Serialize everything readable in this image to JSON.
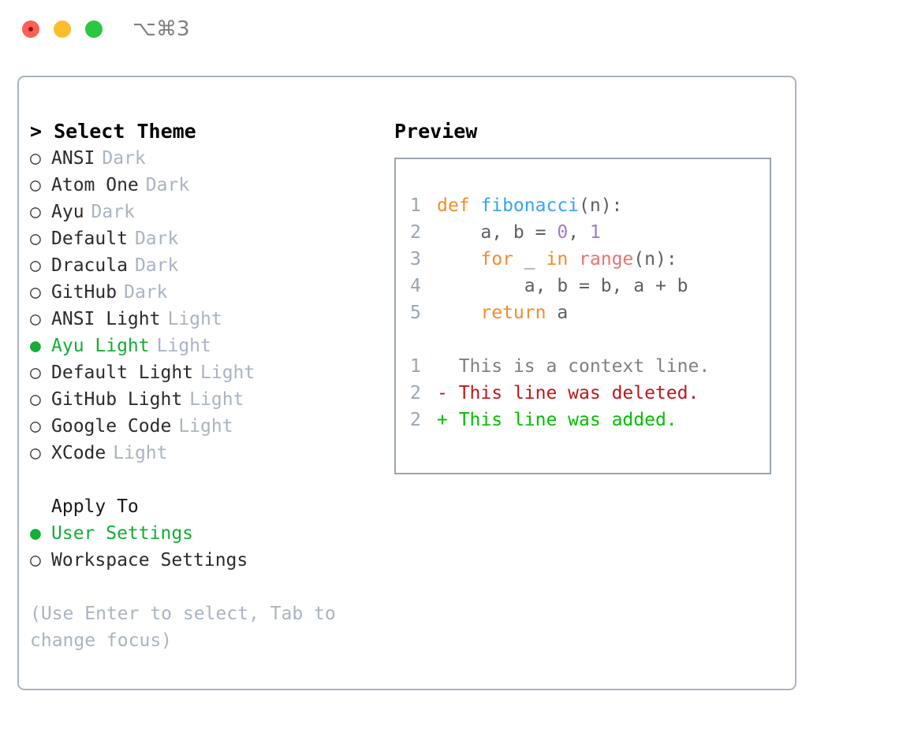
{
  "titlebar": {
    "shortcut": "⌥⌘3",
    "buttons": [
      {
        "name": "close",
        "color": "#ff5f57"
      },
      {
        "name": "minimize",
        "color": "#ffbd2e"
      },
      {
        "name": "maximize",
        "color": "#28c840"
      }
    ]
  },
  "theme_picker": {
    "heading": "> Select Theme",
    "items": [
      {
        "marker": "○",
        "name": "ANSI",
        "category": "Dark",
        "selected": false
      },
      {
        "marker": "○",
        "name": "Atom One",
        "category": "Dark",
        "selected": false
      },
      {
        "marker": "○",
        "name": "Ayu",
        "category": "Dark",
        "selected": false
      },
      {
        "marker": "○",
        "name": "Default",
        "category": "Dark",
        "selected": false
      },
      {
        "marker": "○",
        "name": "Dracula",
        "category": "Dark",
        "selected": false
      },
      {
        "marker": "○",
        "name": "GitHub",
        "category": "Dark",
        "selected": false
      },
      {
        "marker": "○",
        "name": "ANSI Light",
        "category": "Light",
        "selected": false
      },
      {
        "marker": "●",
        "name": "Ayu Light",
        "category": "Light",
        "selected": true
      },
      {
        "marker": "○",
        "name": "Default Light",
        "category": "Light",
        "selected": false
      },
      {
        "marker": "○",
        "name": "GitHub Light",
        "category": "Light",
        "selected": false
      },
      {
        "marker": "○",
        "name": "Google Code",
        "category": "Light",
        "selected": false
      },
      {
        "marker": "○",
        "name": "XCode",
        "category": "Light",
        "selected": false
      }
    ]
  },
  "apply_to": {
    "heading": "Apply To",
    "items": [
      {
        "marker": "●",
        "name": "User Settings",
        "selected": true
      },
      {
        "marker": "○",
        "name": "Workspace Settings",
        "selected": false
      }
    ]
  },
  "hint": "(Use Enter to select, Tab to change focus)",
  "preview": {
    "title": "Preview",
    "code_lines": [
      {
        "lineno": "1",
        "tokens": [
          {
            "text": "def ",
            "type": "kw"
          },
          {
            "text": "fibonacci",
            "type": "fn"
          },
          {
            "text": "(n):",
            "type": "plain"
          }
        ]
      },
      {
        "lineno": "2",
        "tokens": [
          {
            "text": "    a, b = ",
            "type": "plain"
          },
          {
            "text": "0",
            "type": "num"
          },
          {
            "text": ", ",
            "type": "plain"
          },
          {
            "text": "1",
            "type": "num"
          }
        ]
      },
      {
        "lineno": "3",
        "tokens": [
          {
            "text": "    ",
            "type": "plain"
          },
          {
            "text": "for",
            "type": "kw"
          },
          {
            "text": " _ ",
            "type": "plain"
          },
          {
            "text": "in",
            "type": "kw"
          },
          {
            "text": " ",
            "type": "plain"
          },
          {
            "text": "range",
            "type": "builtin"
          },
          {
            "text": "(n):",
            "type": "plain"
          }
        ]
      },
      {
        "lineno": "4",
        "tokens": [
          {
            "text": "        a, b = b, a + b",
            "type": "plain"
          }
        ]
      },
      {
        "lineno": "5",
        "tokens": [
          {
            "text": "    ",
            "type": "plain"
          },
          {
            "text": "return",
            "type": "kw"
          },
          {
            "text": " a",
            "type": "plain"
          }
        ]
      }
    ],
    "diff_lines": [
      {
        "lineno": "1",
        "prefix": "  ",
        "text": "This is a context line.",
        "type": "ctx"
      },
      {
        "lineno": "2",
        "prefix": "- ",
        "text": "This line was deleted.",
        "type": "del"
      },
      {
        "lineno": "2",
        "prefix": "+ ",
        "text": "This line was added.",
        "type": "add"
      }
    ]
  },
  "colors": {
    "accent_green": "#14ad36",
    "muted": "#aab4c2",
    "border": "#aab2bf",
    "preview_border": "#9aa5b4",
    "keyword": "#f78c28",
    "function": "#36a3f7",
    "number": "#a37acc",
    "builtin": "#f07171",
    "diff_delete": "#c01818",
    "diff_add": "#00c000"
  }
}
